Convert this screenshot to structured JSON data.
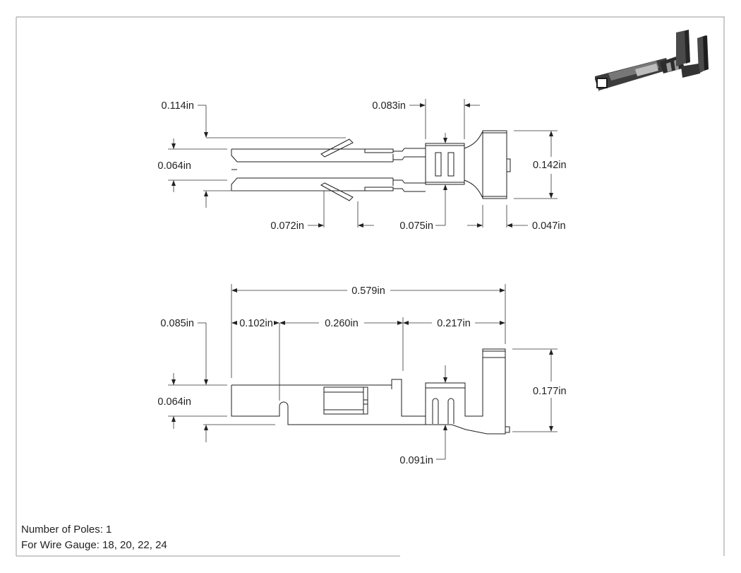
{
  "dimensions": {
    "top_view": {
      "tab_offset": "0.114in",
      "slot_width_top": "0.064in",
      "contact_depth": "0.083in",
      "height": "0.142in",
      "tab_length": "0.072in",
      "crimp_width": "0.075in",
      "end_width": "0.047in"
    },
    "side_view": {
      "overall_length": "0.579in",
      "tab_height": "0.085in",
      "nose_length": "0.102in",
      "body_length": "0.260in",
      "crimp_length": "0.217in",
      "body_height": "0.064in",
      "total_height": "0.177in",
      "crimp_gap": "0.091in"
    }
  },
  "notes": {
    "poles": "Number of Poles: 1",
    "wire_gauge": "For Wire Gauge: 18, 20, 22, 24"
  }
}
